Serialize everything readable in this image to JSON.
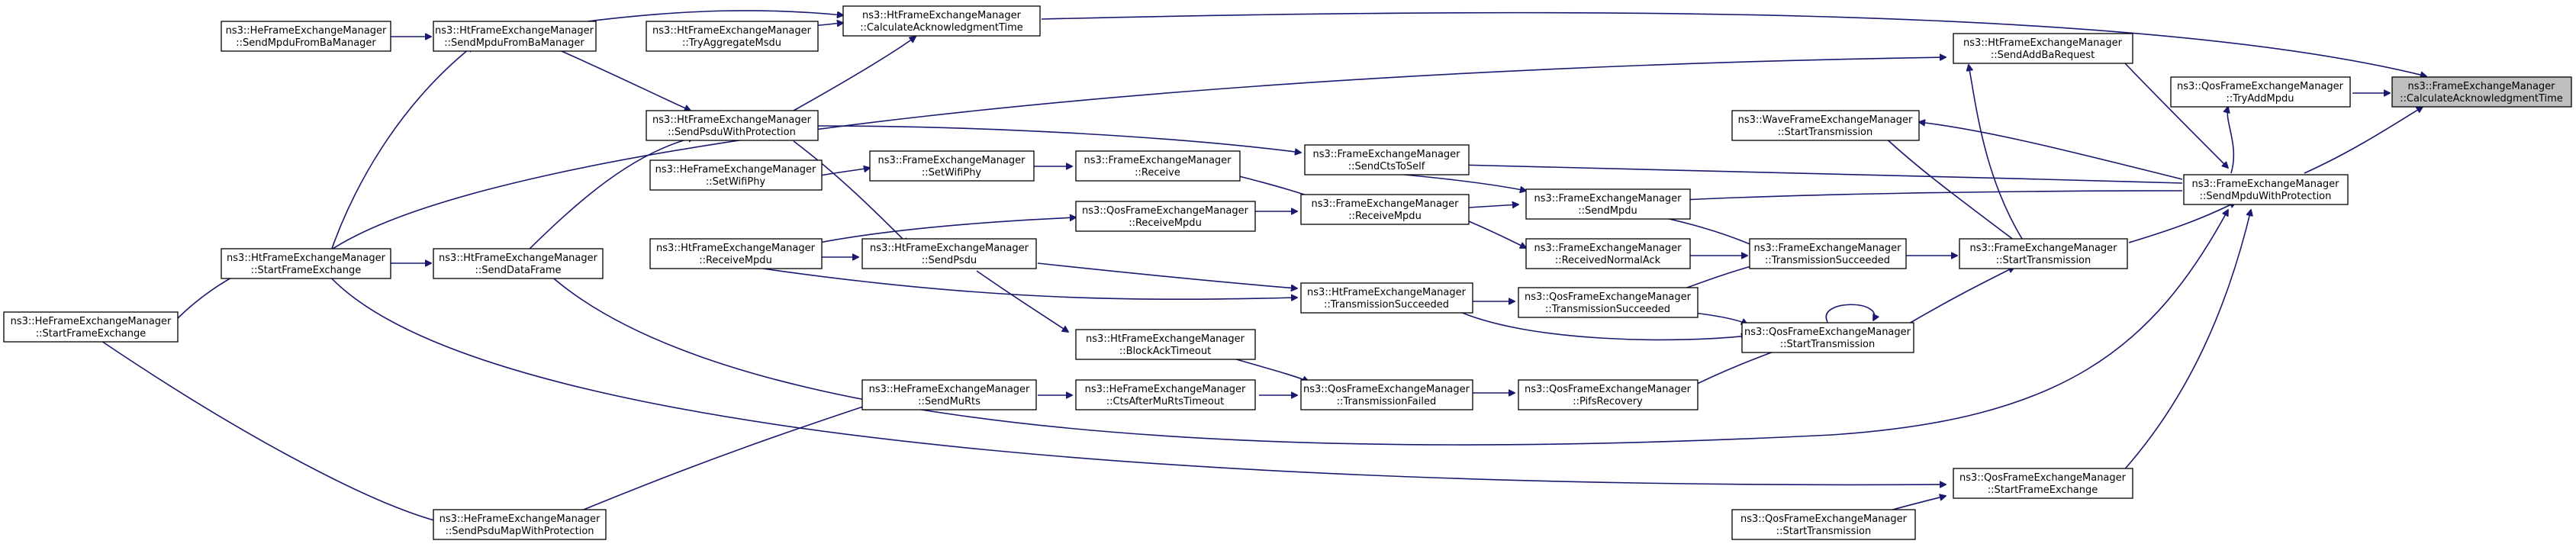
{
  "graph": {
    "nodes": [
      {
        "id": "root",
        "line1": "ns3::FrameExchangeManager",
        "line2": "::CalculateAcknowledgmentTime",
        "focus": true
      },
      {
        "id": "qosTryAdd",
        "line1": "ns3::QosFrameExchangeManager",
        "line2": "::TryAddMpdu"
      },
      {
        "id": "feSMWP",
        "line1": "ns3::FrameExchangeManager",
        "line2": "::SendMpduWithProtection"
      },
      {
        "id": "htCAT",
        "line1": "ns3::HtFrameExchangeManager",
        "line2": "::CalculateAcknowledgmentTime"
      },
      {
        "id": "htSMFB",
        "line1": "ns3::HtFrameExchangeManager",
        "line2": "::SendMpduFromBaManager"
      },
      {
        "id": "heSMFB",
        "line1": "ns3::HeFrameExchangeManager",
        "line2": "::SendMpduFromBaManager"
      },
      {
        "id": "htSFE",
        "line1": "ns3::HtFrameExchangeManager",
        "line2": "::StartFrameExchange"
      },
      {
        "id": "heSFE",
        "line1": "ns3::HeFrameExchangeManager",
        "line2": "::StartFrameExchange"
      },
      {
        "id": "htTAM",
        "line1": "ns3::HtFrameExchangeManager",
        "line2": "::TryAggregateMsdu"
      },
      {
        "id": "htSPWP",
        "line1": "ns3::HtFrameExchangeManager",
        "line2": "::SendPsduWithProtection"
      },
      {
        "id": "htSDF",
        "line1": "ns3::HtFrameExchangeManager",
        "line2": "::SendDataFrame"
      },
      {
        "id": "heSPMWP",
        "line1": "ns3::HeFrameExchangeManager",
        "line2": "::SendPsduMapWithProtection"
      },
      {
        "id": "heSMR",
        "line1": "ns3::HeFrameExchangeManager",
        "line2": "::SendMuRts"
      },
      {
        "id": "htSAB",
        "line1": "ns3::HtFrameExchangeManager",
        "line2": "::SendAddBaRequest"
      },
      {
        "id": "waveST",
        "line1": "ns3::WaveFrameExchangeManager",
        "line2": "::StartTransmission"
      },
      {
        "id": "feST",
        "line1": "ns3::FrameExchangeManager",
        "line2": "::StartTransmission"
      },
      {
        "id": "qosST",
        "line1": "ns3::QosFrameExchangeManager",
        "line2": "::StartTransmission"
      },
      {
        "id": "qosSFE",
        "line1": "ns3::QosFrameExchangeManager",
        "line2": "::StartFrameExchange"
      },
      {
        "id": "qosST2",
        "line1": "ns3::QosFrameExchangeManager",
        "line2": "::StartTransmission"
      },
      {
        "id": "feSCTS",
        "line1": "ns3::FrameExchangeManager",
        "line2": "::SendCtsToSelf"
      },
      {
        "id": "feSM",
        "line1": "ns3::FrameExchangeManager",
        "line2": "::SendMpdu"
      },
      {
        "id": "feRNA",
        "line1": "ns3::FrameExchangeManager",
        "line2": "::ReceivedNormalAck"
      },
      {
        "id": "feTS",
        "line1": "ns3::FrameExchangeManager",
        "line2": "::TransmissionSucceeded"
      },
      {
        "id": "qosTS",
        "line1": "ns3::QosFrameExchangeManager",
        "line2": "::TransmissionSucceeded"
      },
      {
        "id": "qosPR",
        "line1": "ns3::QosFrameExchangeManager",
        "line2": "::PifsRecovery"
      },
      {
        "id": "htTS",
        "line1": "ns3::HtFrameExchangeManager",
        "line2": "::TransmissionSucceeded"
      },
      {
        "id": "qosTF",
        "line1": "ns3::QosFrameExchangeManager",
        "line2": "::TransmissionFailed"
      },
      {
        "id": "feRM",
        "line1": "ns3::FrameExchangeManager",
        "line2": "::ReceiveMpdu"
      },
      {
        "id": "feR",
        "line1": "ns3::FrameExchangeManager",
        "line2": "::Receive"
      },
      {
        "id": "feSWP",
        "line1": "ns3::FrameExchangeManager",
        "line2": "::SetWifiPhy"
      },
      {
        "id": "heSWP",
        "line1": "ns3::HeFrameExchangeManager",
        "line2": "::SetWifiPhy"
      },
      {
        "id": "qosRM",
        "line1": "ns3::QosFrameExchangeManager",
        "line2": "::ReceiveMpdu"
      },
      {
        "id": "htRM",
        "line1": "ns3::HtFrameExchangeManager",
        "line2": "::ReceiveMpdu"
      },
      {
        "id": "htSP",
        "line1": "ns3::HtFrameExchangeManager",
        "line2": "::SendPsdu"
      },
      {
        "id": "htBAT",
        "line1": "ns3::HtFrameExchangeManager",
        "line2": "::BlockAckTimeout"
      },
      {
        "id": "heCAMRT",
        "line1": "ns3::HeFrameExchangeManager",
        "line2": "::CtsAfterMuRtsTimeout"
      }
    ]
  }
}
